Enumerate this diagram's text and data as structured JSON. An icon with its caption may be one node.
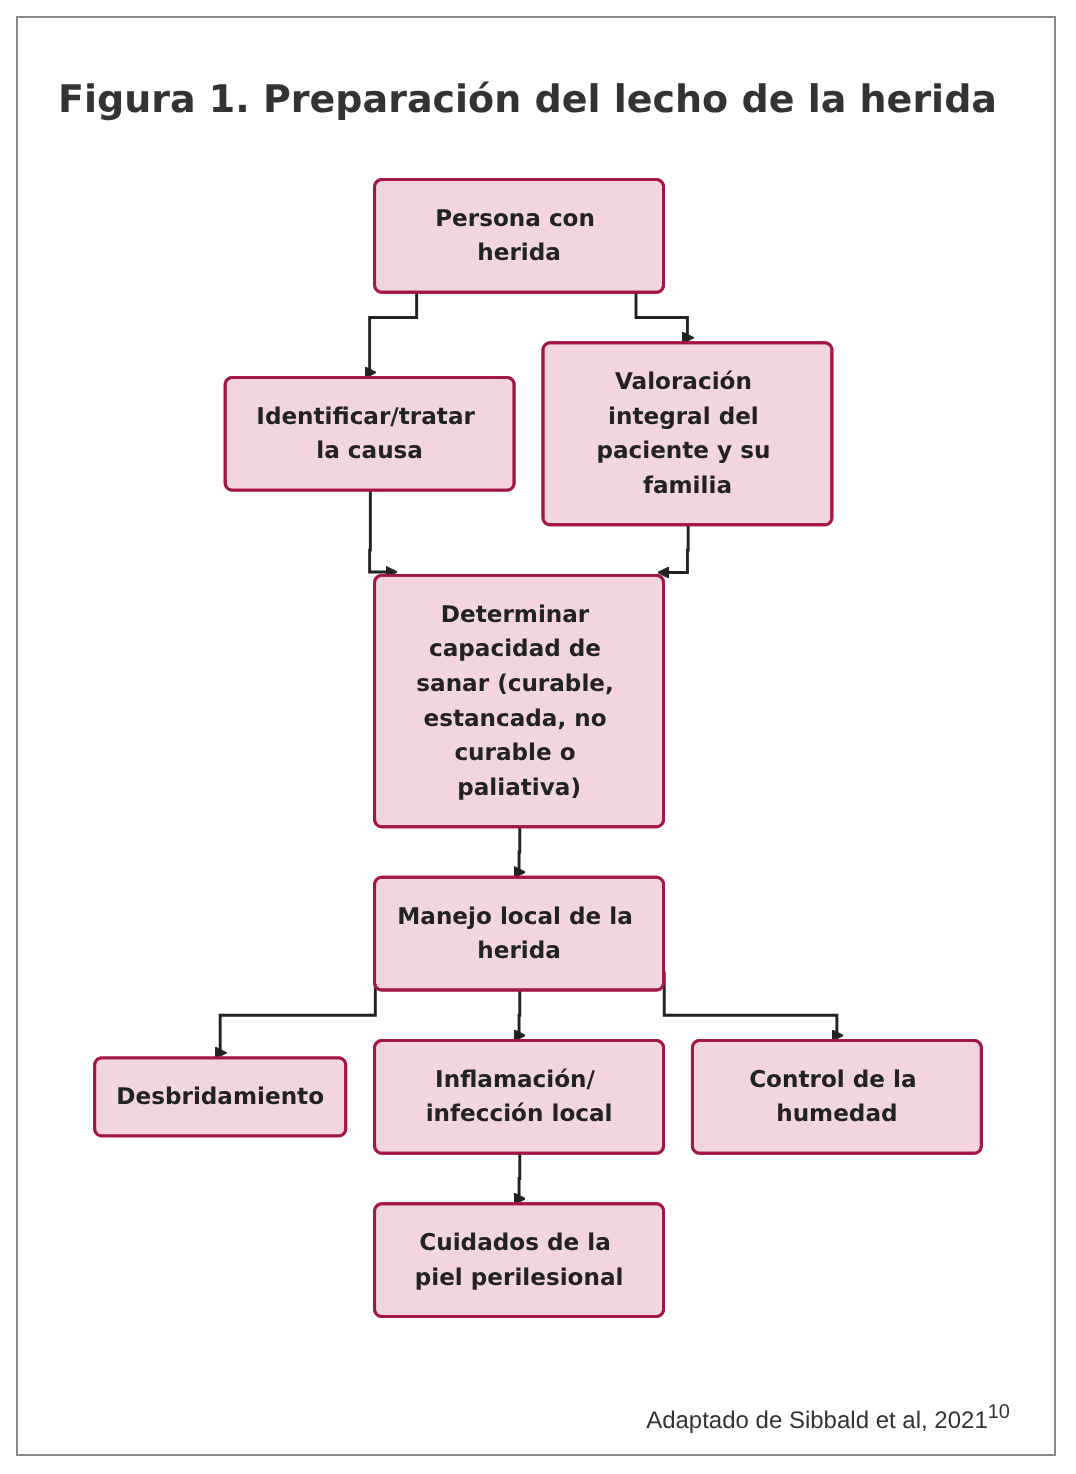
{
  "diagram": {
    "title": "**Figura 1.** Preparación del lecho de la herida",
    "caption": "Adaptado de Sibbald et al, 2021$^{10}$",
    "nodes": [
      {
        "text": [
          "Persona con herida"
        ]
      },
      {
        "text": [
          "Identificar/tratar la causa"
        ]
      },
      {
        "text": [
          "Valoración integral del paciente y su familia"
        ]
      },
      {
        "text": [
          "Determinar capacidad de sanar (curable, estancada, no curable o paliativa)"
        ]
      },
      {
        "text": [
          "Manejo local de la herida"
        ]
      },
      {
        "text": [
          "Desbridamiento"
        ]
      },
      {
        "text": [
          "Inflamación/ infección local"
        ]
      },
      {
        "text": [
          "Control de la humedad"
        ]
      },
      {
        "text": [
          "Cuidados de la piel perilesional"
        ]
      }
    ],
    "edges": [
      {
        "from": 0,
        "to": 1,
        "arrow": "to"
      },
      {
        "from": 0,
        "to": 2,
        "arrow": "to"
      },
      {
        "from": 1,
        "to": 3,
        "arrow": "to"
      },
      {
        "from": 2,
        "to": 3,
        "arrow": "to"
      },
      {
        "from": 3,
        "to": 4,
        "arrow": "to"
      },
      {
        "from": 4,
        "to": 5,
        "arrow": "to"
      },
      {
        "from": 4,
        "to": 6,
        "arrow": "to"
      },
      {
        "from": 4,
        "to": 7,
        "arrow": "to"
      },
      {
        "from": 6,
        "to": 8,
        "arrow": "to"
      }
    ]
  }
}
